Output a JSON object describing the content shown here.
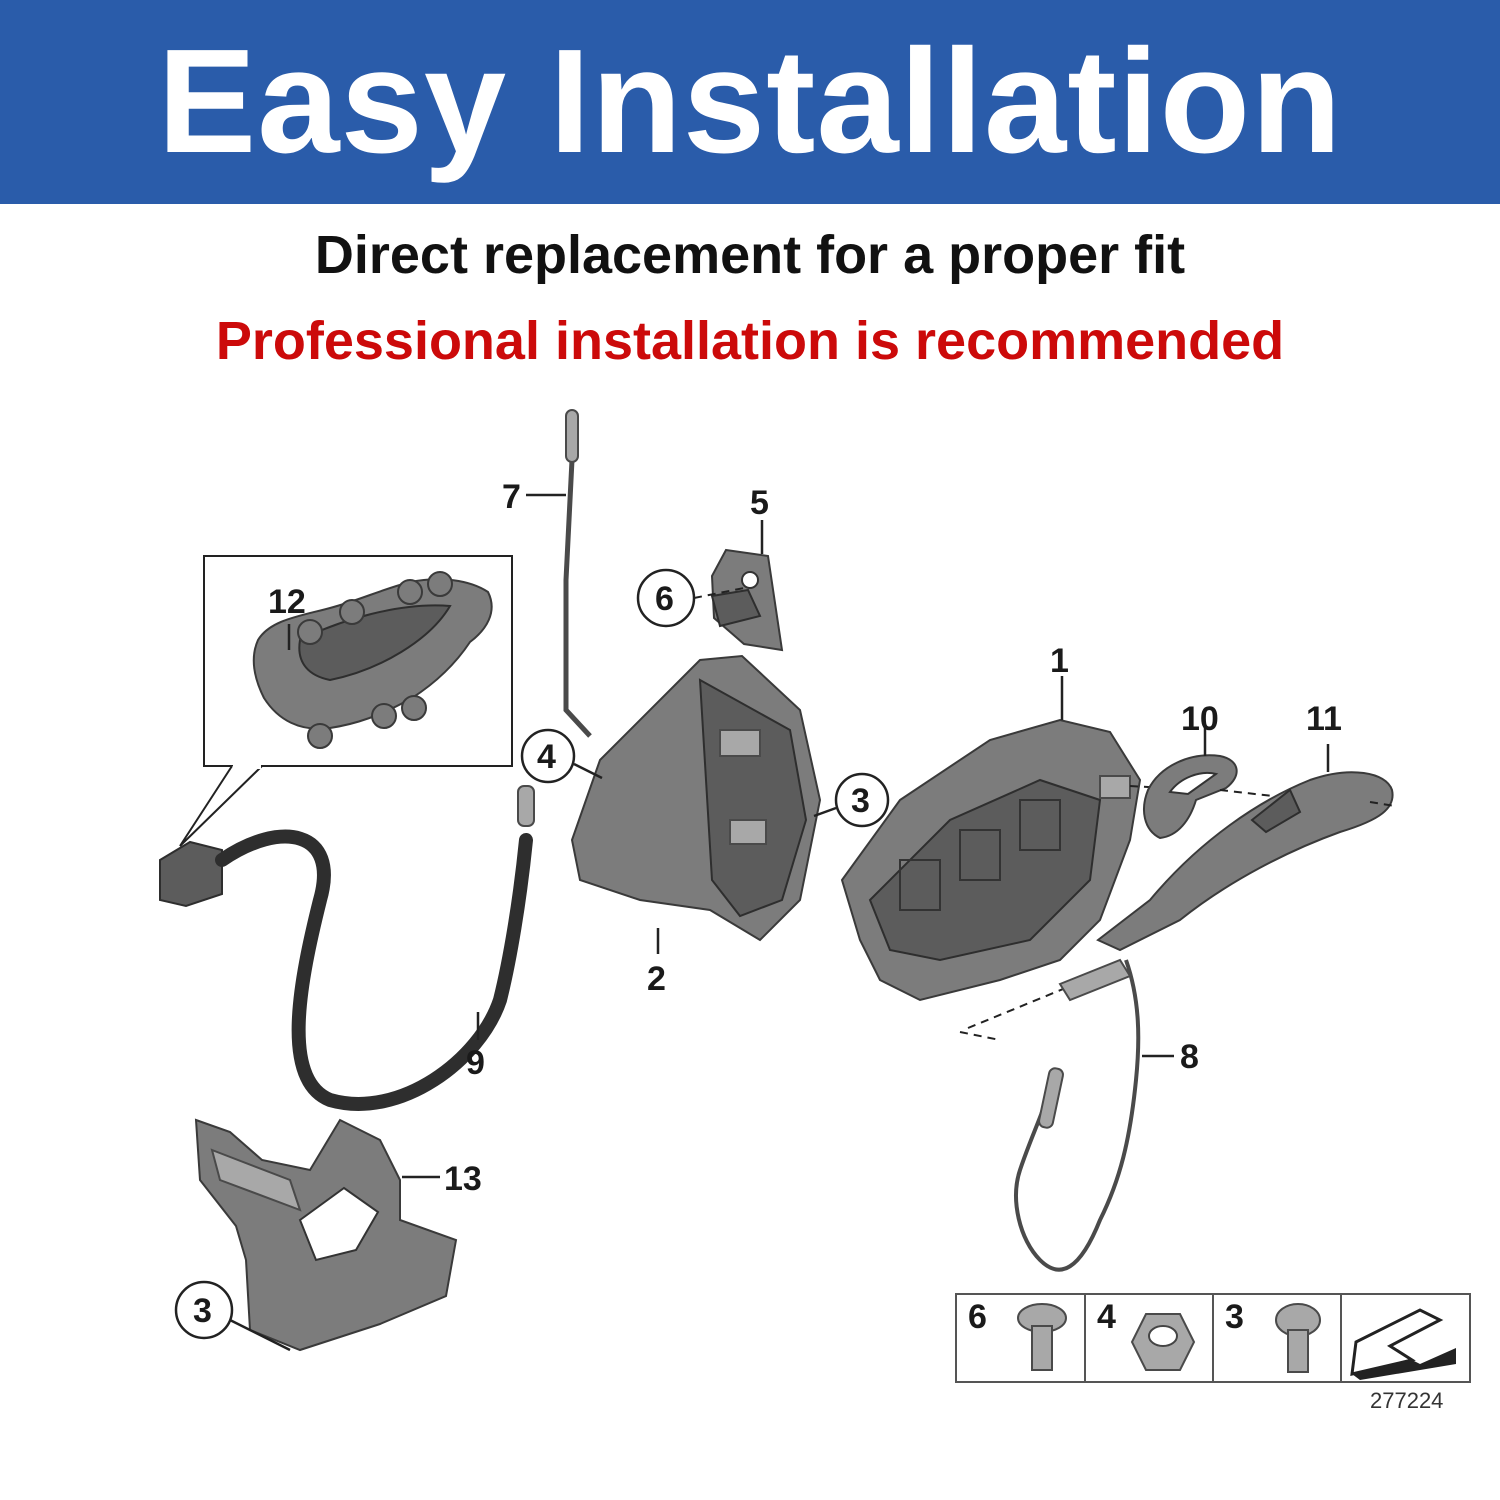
{
  "banner": {
    "title": "Easy Installation",
    "color": "#2a5caa"
  },
  "subtitle": "Direct replacement for a proper fit",
  "warning": {
    "text": "Professional installation is recommended",
    "color": "#cc0a0a"
  },
  "parts": {
    "p1": "1",
    "p2": "2",
    "p3a": "3",
    "p3b": "3",
    "p4": "4",
    "p5": "5",
    "p6": "6",
    "p7": "7",
    "p8": "8",
    "p9": "9",
    "p10": "10",
    "p11": "11",
    "p12": "12",
    "p13": "13"
  },
  "fastener_table": {
    "c1": "6",
    "c2": "4",
    "c3": "3",
    "c4_icon": "arrow-icon"
  },
  "diagram_ref": "277224"
}
